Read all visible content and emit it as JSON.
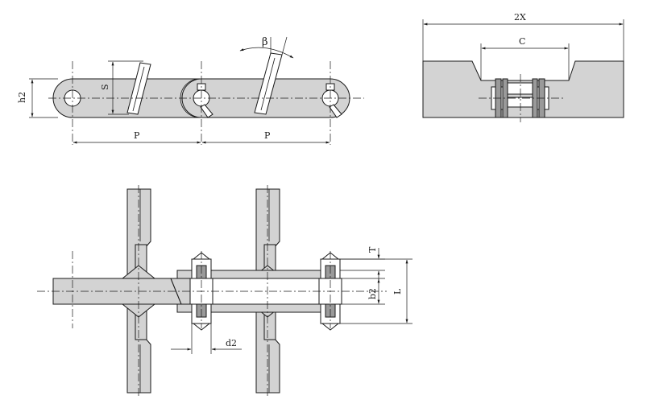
{
  "labels": {
    "h2": "h2",
    "S": "S",
    "beta": "β",
    "P1": "P",
    "P2": "P",
    "twoX": "2X",
    "C": "C",
    "T": "T",
    "b2": "b2",
    "L": "L",
    "d2": "d2"
  },
  "colors": {
    "part_fill": "#d3d3d3",
    "line": "#1a1a1a"
  }
}
